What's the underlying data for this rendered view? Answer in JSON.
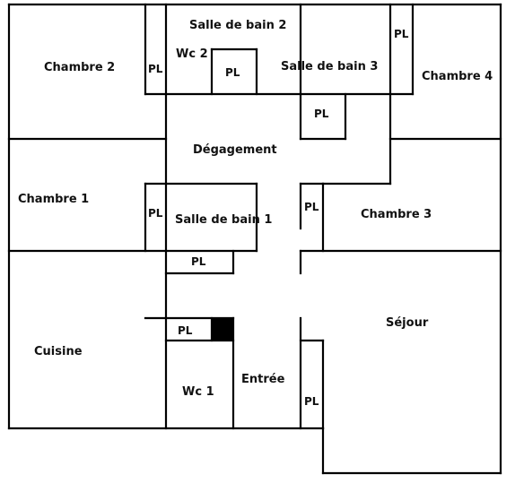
{
  "rooms": {
    "chambre_2": "Chambre 2",
    "chambre_1": "Chambre 1",
    "chambre_3": "Chambre 3",
    "chambre_4": "Chambre 4",
    "salle_de_bain_1": "Salle de bain 1",
    "salle_de_bain_2": "Salle de bain 2",
    "salle_de_bain_3": "Salle de bain 3",
    "wc_1": "Wc 1",
    "wc_2": "Wc 2",
    "degagement": "Dégagement",
    "cuisine": "Cuisine",
    "entree": "Entrée",
    "sejour": "Séjour"
  },
  "closets": {
    "label": "PL"
  },
  "colors": {
    "walls": "#000000",
    "background": "#ffffff",
    "chimney_fill": "#000000"
  }
}
